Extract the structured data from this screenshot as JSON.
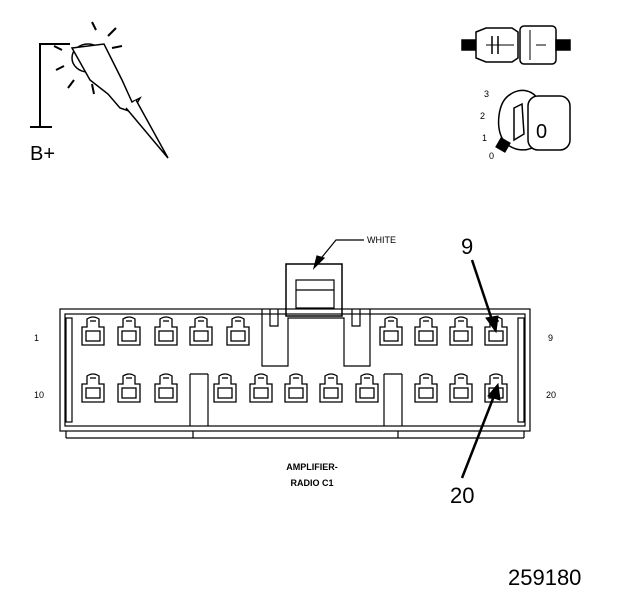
{
  "diagram_type": "connector pinout",
  "test_light": {
    "supply_label": "B+"
  },
  "ignition": {
    "positions": [
      "3",
      "2",
      "1",
      "0"
    ],
    "key_position": "0"
  },
  "connector": {
    "color_label": "WHITE",
    "name_line1": "AMPLIFIER-",
    "name_line2": "RADIO C1",
    "row_top": {
      "start": "1",
      "end": "9"
    },
    "row_bottom": {
      "start": "10",
      "end": "20"
    },
    "callout_top": "9",
    "callout_bottom": "20"
  },
  "figure_number": "259180"
}
